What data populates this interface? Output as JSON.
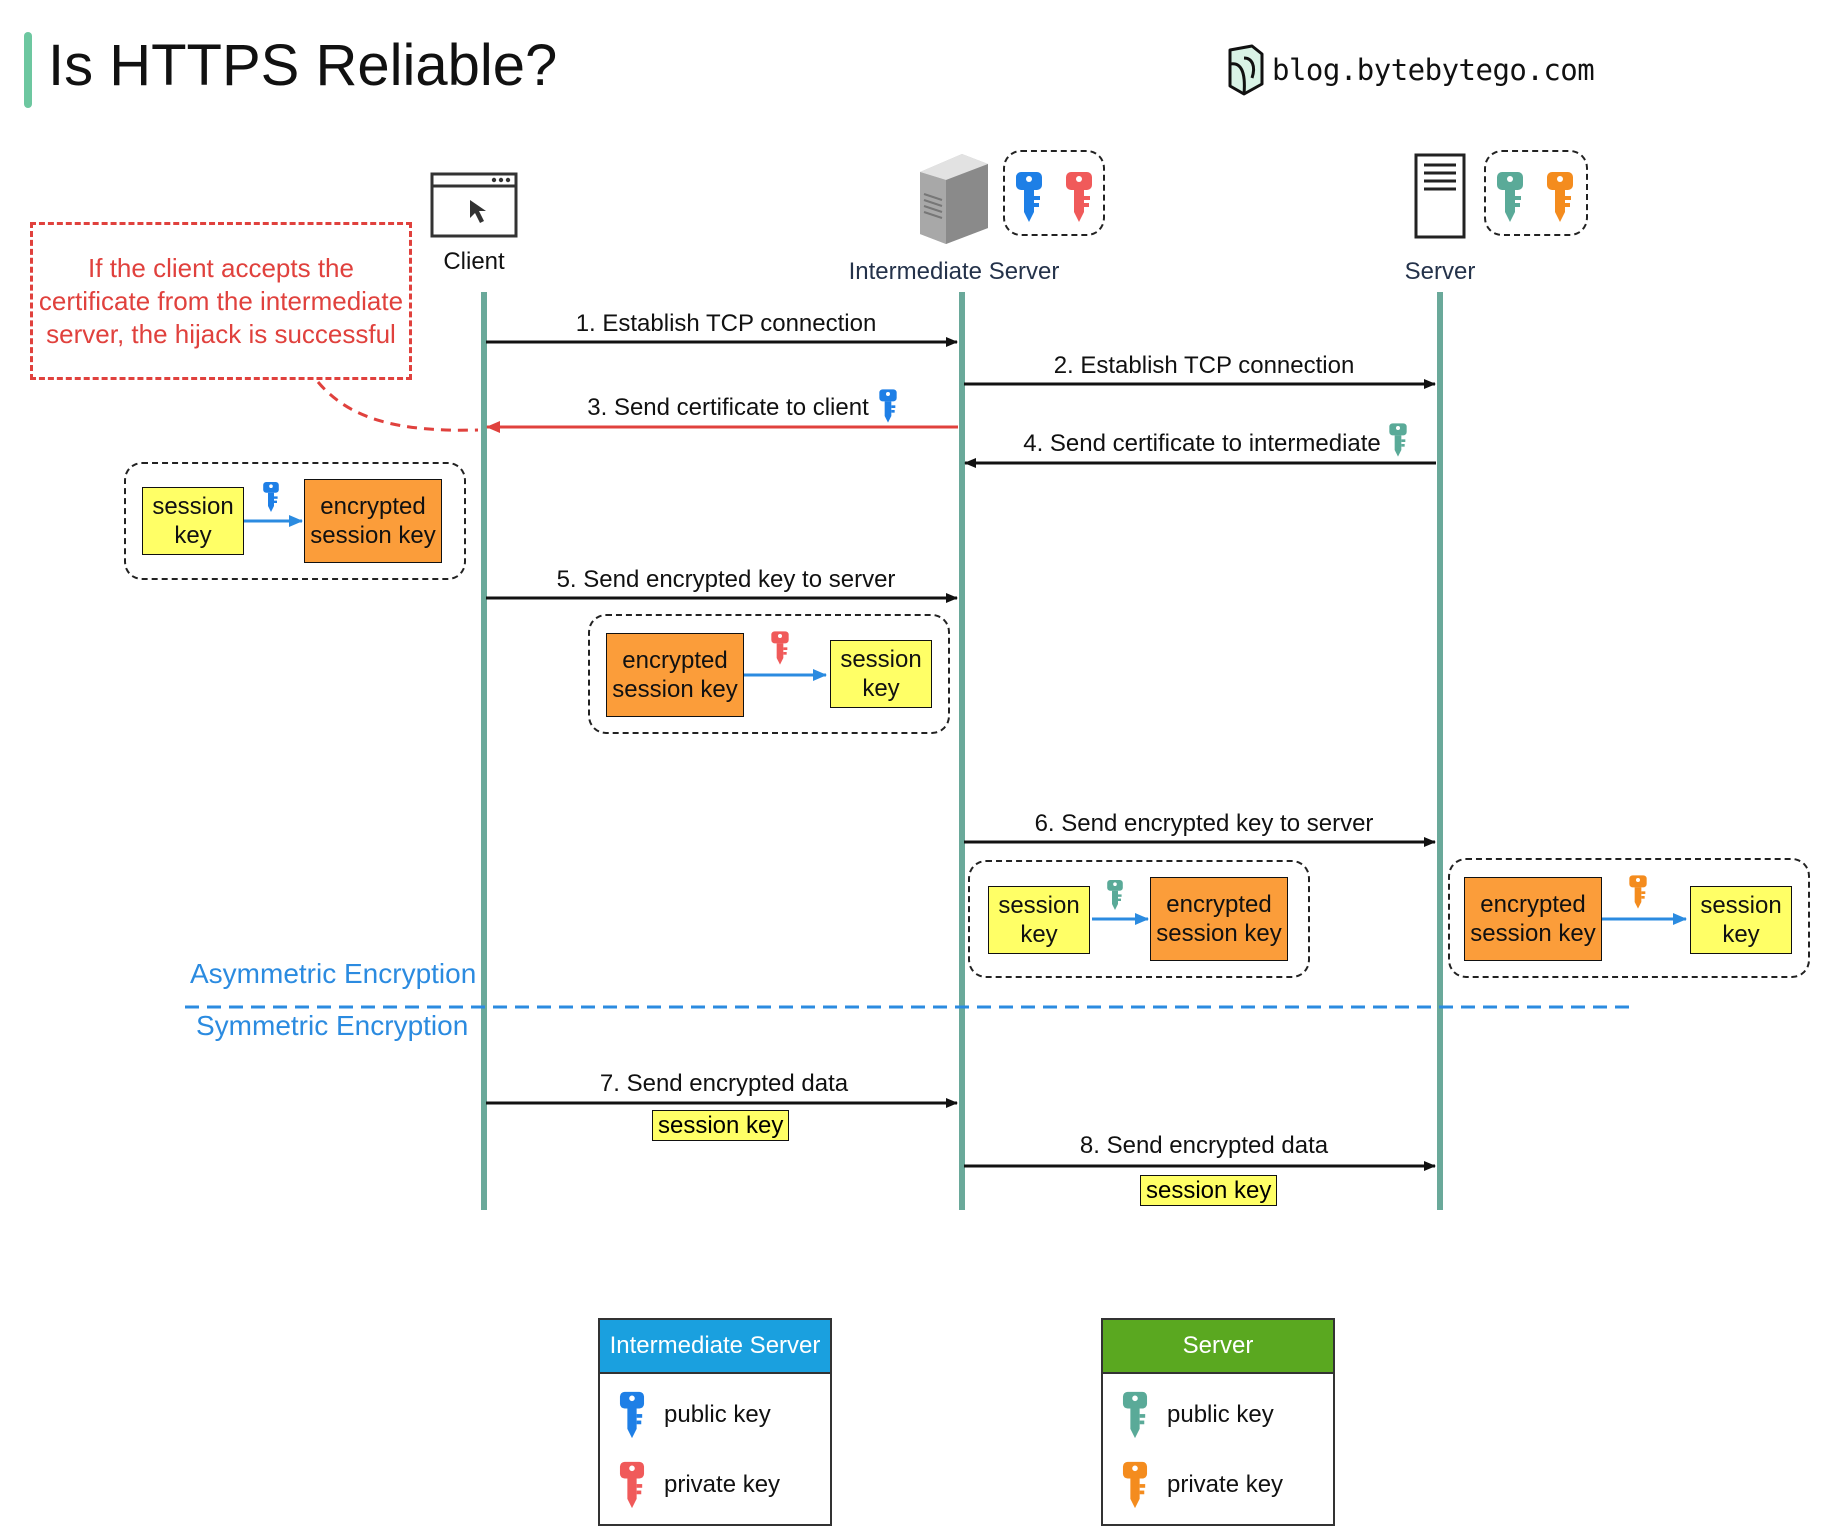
{
  "title": "Is HTTPS Reliable?",
  "brand": {
    "text": "blog.bytebytego.com",
    "icon": "bytebytego-logo-icon"
  },
  "colors": {
    "title_accent": "#6dc7a0",
    "lifeline": "#6aa99a",
    "intermediate_public_key": "#1e7fe6",
    "intermediate_private_key": "#f05a5a",
    "server_public_key": "#5aaa98",
    "server_private_key": "#f48c1e",
    "hijack": "#e0413d",
    "encryption_divider": "#2b8be0",
    "session_key_box": "#ffff66",
    "encrypted_box": "#fb9d3a",
    "legend_intermediate_header": "#1aa0df",
    "legend_server_header": "#5aa820"
  },
  "actors": {
    "client": {
      "label": "Client",
      "icon": "browser-window-icon"
    },
    "intermediate": {
      "label": "Intermediate Server",
      "icon": "server-tower-icon"
    },
    "server": {
      "label": "Server",
      "icon": "server-rack-icon"
    }
  },
  "hijack_note": "If the client accepts the certificate from the intermediate server, the hijack is successful",
  "messages": [
    {
      "id": "m1",
      "label": "1. Establish TCP connection",
      "from": "client",
      "to": "intermediate"
    },
    {
      "id": "m2",
      "label": "2. Establish TCP connection",
      "from": "intermediate",
      "to": "server"
    },
    {
      "id": "m3",
      "label": "3. Send certificate to client",
      "from": "intermediate",
      "to": "client",
      "key": "intermediate_public_key"
    },
    {
      "id": "m4",
      "label": "4. Send certificate to intermediate",
      "from": "server",
      "to": "intermediate",
      "key": "server_public_key"
    },
    {
      "id": "m5",
      "label": "5. Send encrypted key to server",
      "from": "client",
      "to": "intermediate"
    },
    {
      "id": "m6",
      "label": "6. Send encrypted key to server",
      "from": "intermediate",
      "to": "server"
    },
    {
      "id": "m7",
      "label": "7. Send encrypted data",
      "from": "client",
      "to": "intermediate",
      "tag": "session key"
    },
    {
      "id": "m8",
      "label": "8. Send encrypted data",
      "from": "intermediate",
      "to": "server",
      "tag": "session key"
    }
  ],
  "key_ops": {
    "session_key": "session\nkey",
    "encrypted_session_key": "encrypted\nsession key"
  },
  "divider": {
    "above": "Asymmetric Encryption",
    "below": "Symmetric Encryption"
  },
  "legend": {
    "intermediate": {
      "header": "Intermediate Server",
      "public": "public key",
      "private": "private key"
    },
    "server": {
      "header": "Server",
      "public": "public key",
      "private": "private key"
    }
  }
}
